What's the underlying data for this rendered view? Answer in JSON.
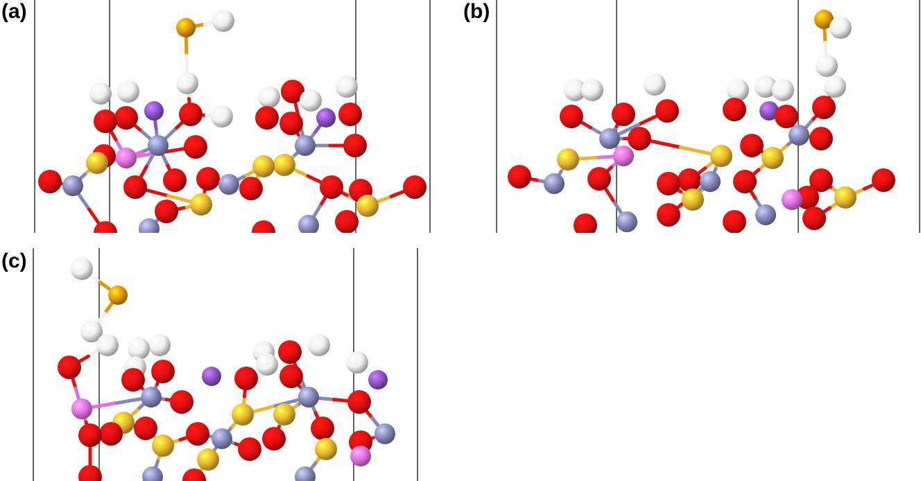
{
  "figure": {
    "panel_labels": [
      "(a)",
      "(b)",
      "(c)"
    ]
  },
  "colors": {
    "oxygen": "#e01010",
    "hydrogen": "#f0f0f0",
    "sulfur_orange": "#e0960c",
    "phosphorus_gold": "#e8b630",
    "metal_gray_blue": "#8488b8",
    "pink_atom": "#e070e0",
    "purple_atom": "#8a52c8",
    "cell_line": "#222222"
  },
  "icons": [
    "atom-sphere",
    "bond-stick"
  ]
}
